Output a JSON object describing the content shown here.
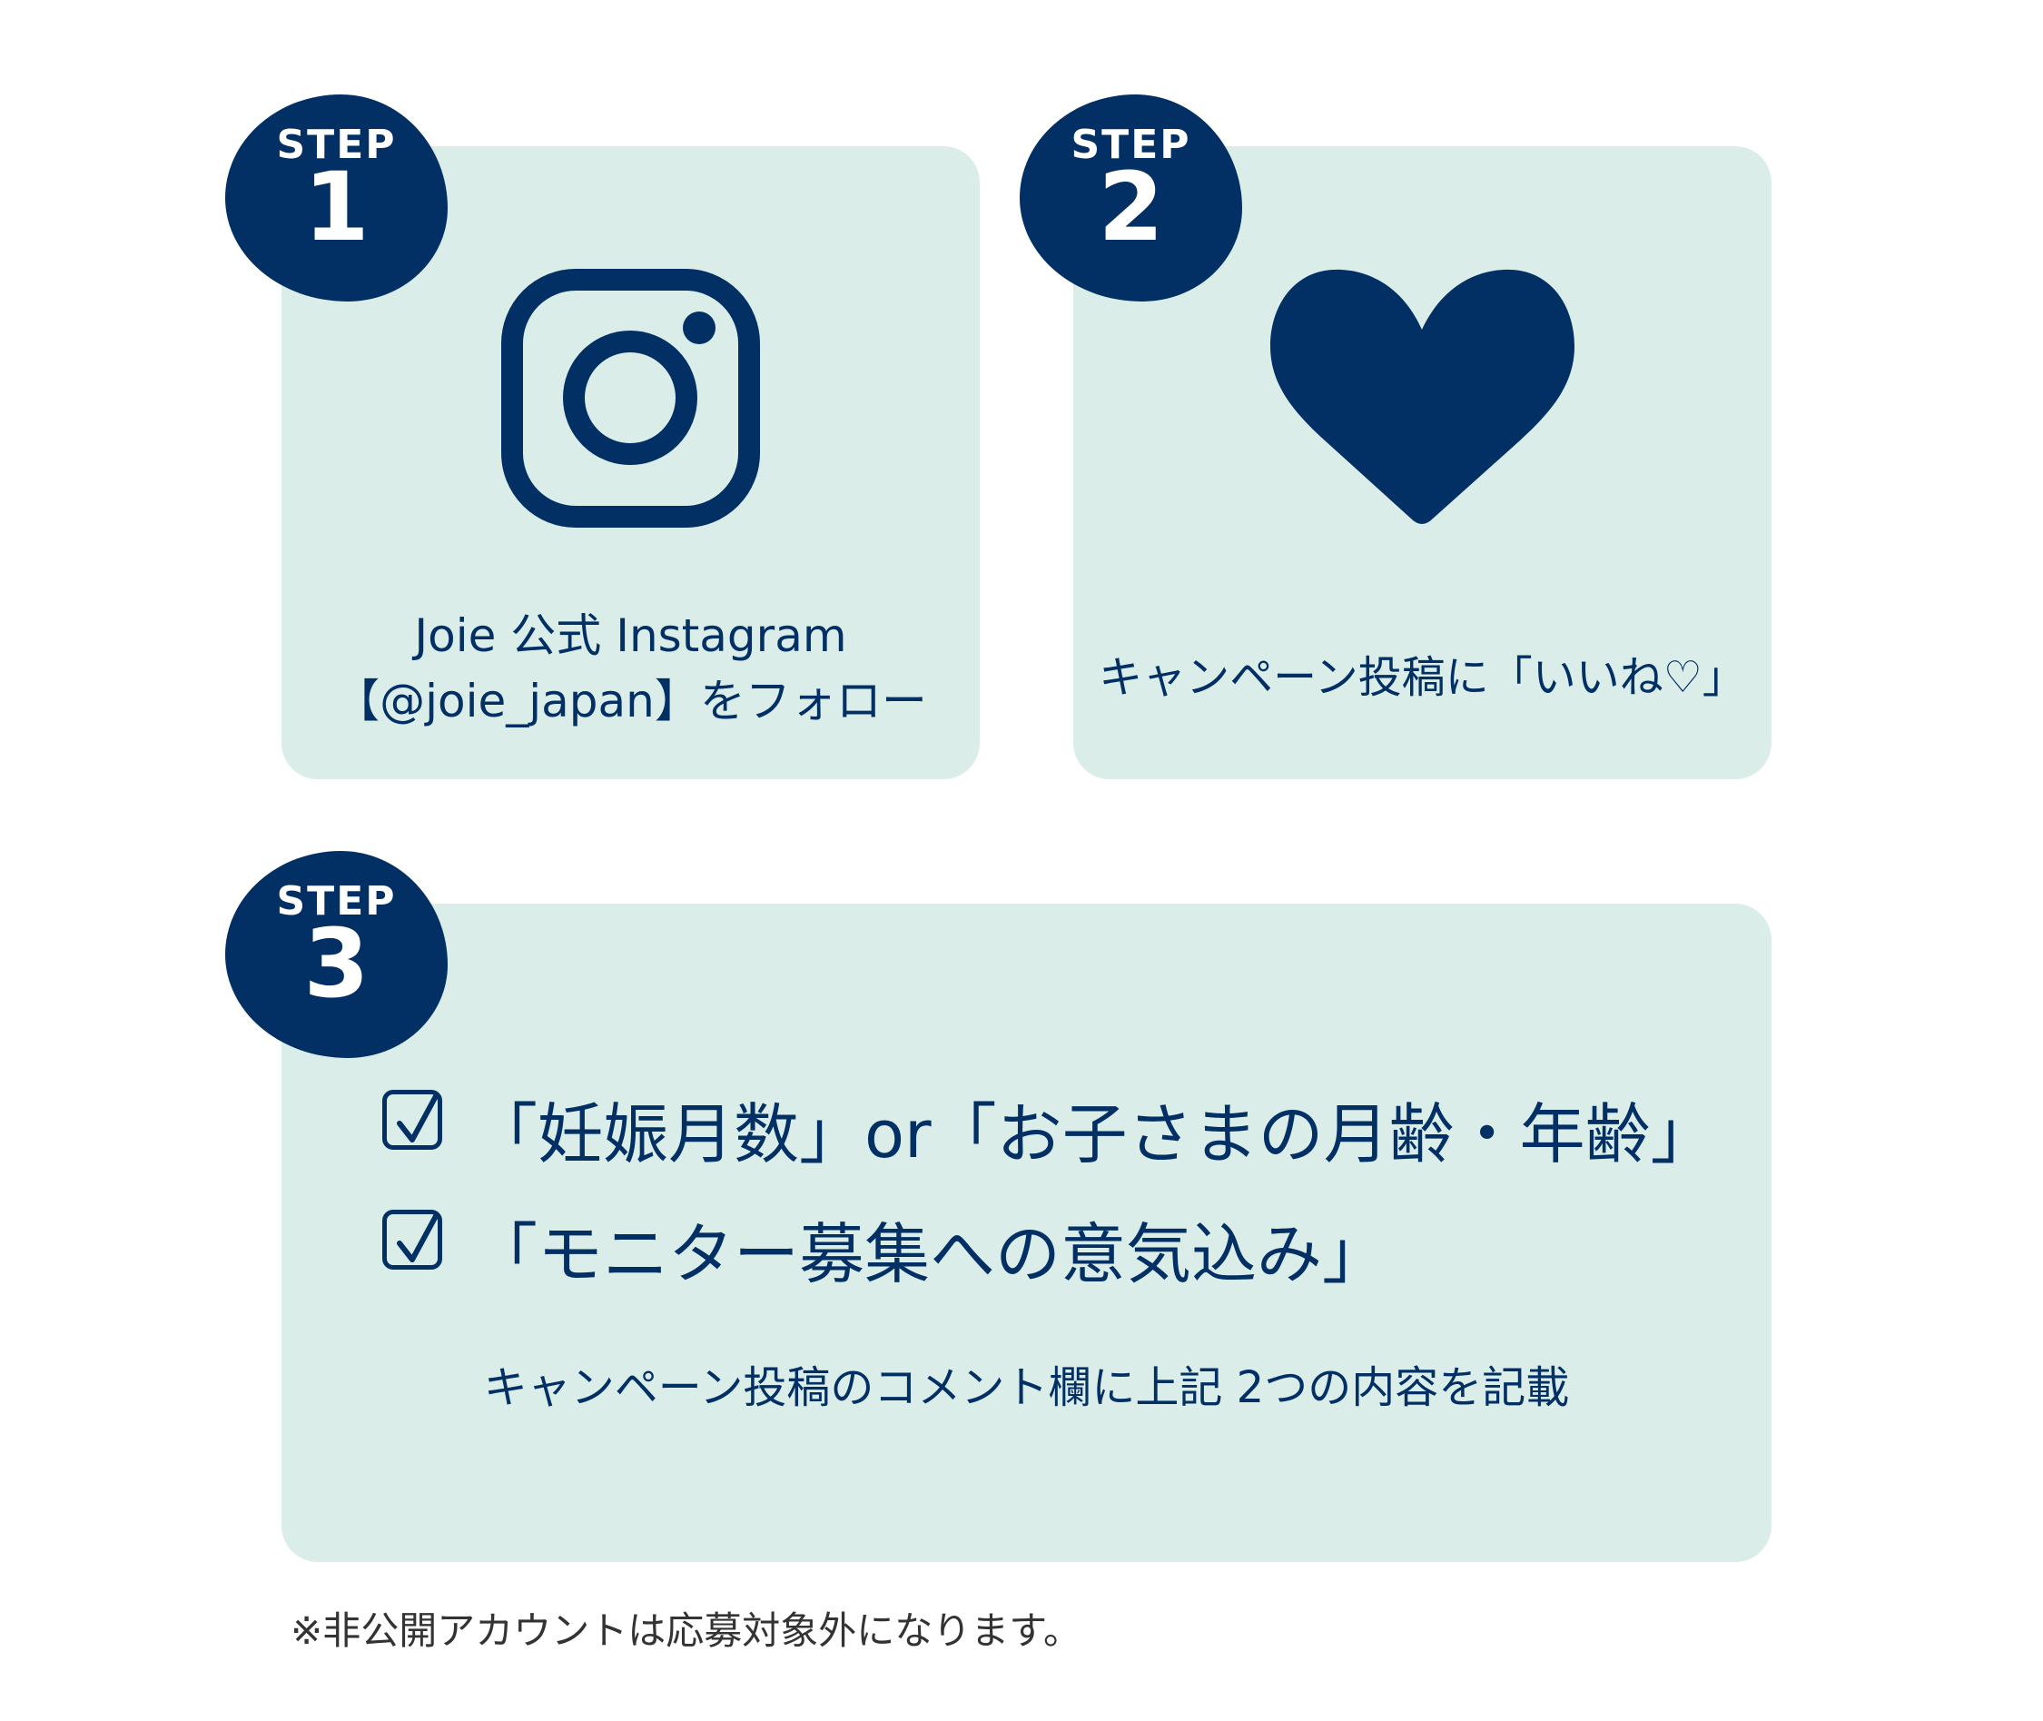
{
  "colors": {
    "navy": "#022f64",
    "card": "#daede9"
  },
  "steps": [
    {
      "label": "STEP",
      "number": "1",
      "icon": "instagram-icon",
      "lines": [
        "Joie 公式 Instagram",
        "【@joie_japan】をフォロー"
      ]
    },
    {
      "label": "STEP",
      "number": "2",
      "icon": "heart-icon",
      "lines": [
        "キャンペーン投稿に「いいね♡」"
      ]
    },
    {
      "label": "STEP",
      "number": "3",
      "checklist": [
        "「妊娠月数」or「お子さまの月齢・年齢」",
        "「モニター募集への意気込み」"
      ],
      "note": "キャンペーン投稿のコメント欄に上記 2つの内容を記載"
    }
  ],
  "footnote": "※非公開アカウントは応募対象外になります。"
}
